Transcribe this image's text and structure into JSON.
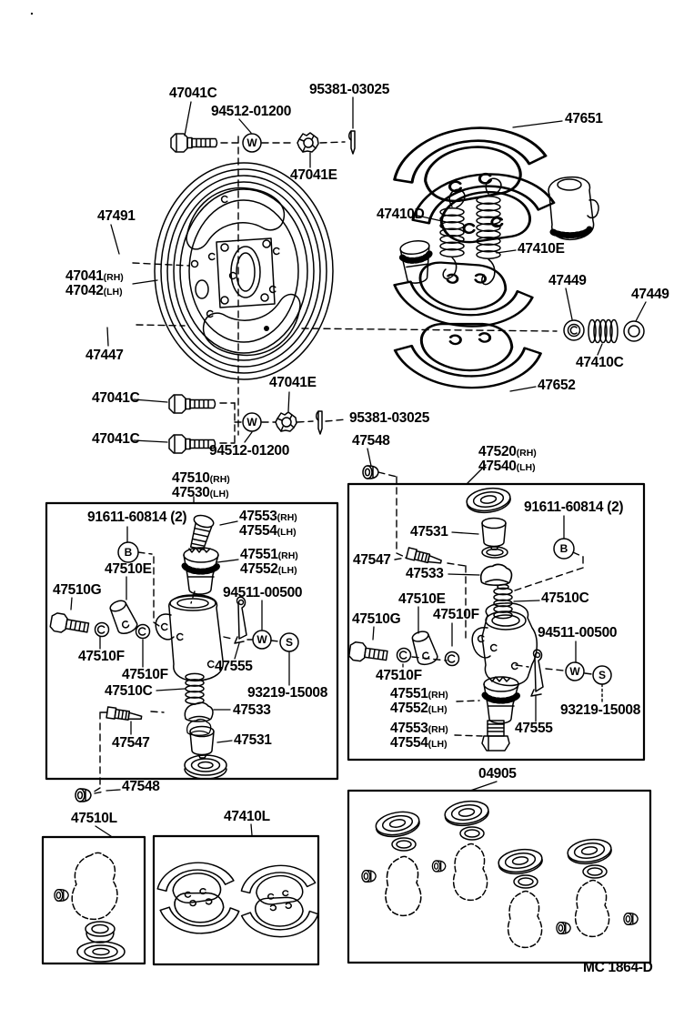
{
  "page": {
    "dot": ".",
    "sheet_code": "MC 1864-D"
  },
  "symbols": {
    "washer": "W",
    "bolt": "B",
    "screw": "S"
  },
  "top": {
    "bolt": "47041C",
    "washer": "94512-01200",
    "pin": "95381-03025",
    "nut": "47041E",
    "shoe_assembly": "47651"
  },
  "plate": {
    "clip": "47491",
    "rh": {
      "num": "47041",
      "side": "(RH)"
    },
    "lh": {
      "num": "47042",
      "side": "(LH)"
    },
    "pin": "47447"
  },
  "springs": {
    "front": "47410D",
    "rear": "47410E",
    "cup_a": "47449",
    "cup_b": "47449",
    "compression": "47410C",
    "shoe_assembly": "47652"
  },
  "lower": {
    "nut": "47041E",
    "bolt_a": "47041C",
    "bolt_b": "47041C",
    "pin": "95381-03025",
    "washer": "94512-01200",
    "grommet": "47548"
  },
  "left_kit": {
    "rh": {
      "num": "47510",
      "side": "(RH)"
    },
    "lh": {
      "num": "47530",
      "side": "(LH)"
    },
    "b_bolt": "91611-60814 (2)",
    "piston_bolt_rh": {
      "num": "47553",
      "side": "(RH)"
    },
    "piston_bolt_lh": {
      "num": "47554",
      "side": "(LH)"
    },
    "adjuster_rh": {
      "num": "47551",
      "side": "(RH)"
    },
    "adjuster_lh": {
      "num": "47552",
      "side": "(LH)"
    },
    "boot_e": "47510E",
    "bolt_g": "47510G",
    "washer_kit": "94511-00500",
    "ring_f1": "47510F",
    "ring_f2": "47510F",
    "lever": "47555",
    "spring_c": "47510C",
    "screw_kit": "93219-15008",
    "boot": "47533",
    "bleeder": "47547",
    "piston": "47531"
  },
  "right_kit": {
    "rh": {
      "num": "47520",
      "side": "(RH)"
    },
    "lh": {
      "num": "47540",
      "side": "(LH)"
    },
    "piston": "47531",
    "b_bolt": "91611-60814 (2)",
    "bleeder": "47547",
    "boot": "47533",
    "spring_c": "47510C",
    "boot_e": "47510E",
    "ring_f1": "47510F",
    "bolt_g": "47510G",
    "ring_f2": "47510F",
    "washer_kit": "94511-00500",
    "adjuster_rh": {
      "num": "47551",
      "side": "(RH)"
    },
    "adjuster_lh": {
      "num": "47552",
      "side": "(LH)"
    },
    "piston_bolt_rh": {
      "num": "47553",
      "side": "(RH)"
    },
    "piston_bolt_lh": {
      "num": "47554",
      "side": "(LH)"
    },
    "lever": "47555",
    "screw_kit": "93219-15008"
  },
  "bottom": {
    "grommet": "47548",
    "boot_kit": "47510L",
    "shoe_kit": "47410L",
    "cup_kit": "04905"
  }
}
